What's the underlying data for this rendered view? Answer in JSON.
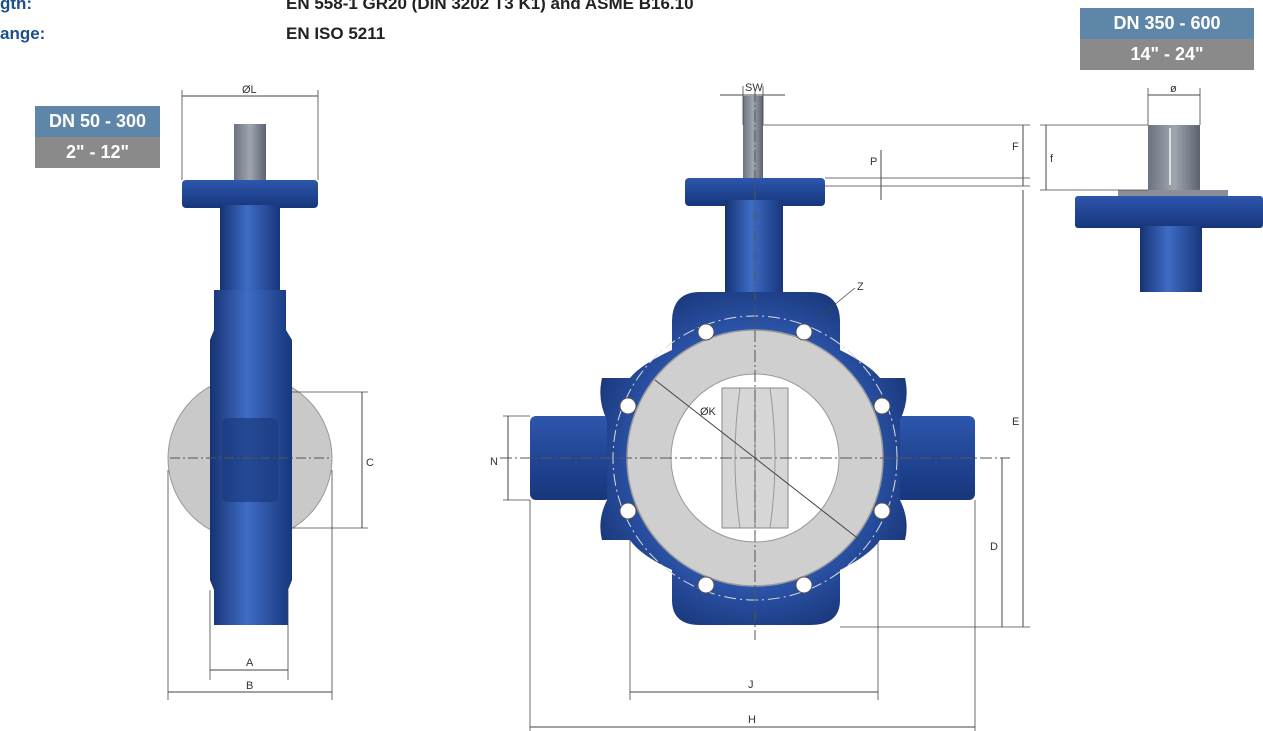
{
  "header": {
    "rows": [
      {
        "label": "gth:",
        "value": "EN 558-1 GR20 (DIN 3202 T3 K1) and ASME B16.10"
      },
      {
        "label": "ange:",
        "value": "EN ISO 5211"
      }
    ]
  },
  "badges": {
    "small_range": {
      "dn": "DN 50 - 300",
      "inch": "2\" - 12\""
    },
    "large_range": {
      "dn": "DN 350 - 600",
      "inch": "14\" - 24\""
    }
  },
  "dimensions": {
    "side_view": {
      "phi_l": "ØL",
      "a": "A",
      "b": "B",
      "c": "C"
    },
    "front_view": {
      "sw": "SW",
      "f": "F",
      "p": "P",
      "e": "E",
      "z": "Z",
      "phi_k": "ØK",
      "n": "N",
      "d": "D",
      "j": "J",
      "h": "H"
    },
    "detail": {
      "phi": "ø",
      "f": "f"
    }
  },
  "colors": {
    "body_blue": "#1e3f8a",
    "body_highlight": "#3f6cc4",
    "liner_grey": "#c8c8c8",
    "label_blue": "#1f4e8c",
    "badge_blue": "#5e86a8",
    "badge_grey": "#8a8a8a"
  }
}
